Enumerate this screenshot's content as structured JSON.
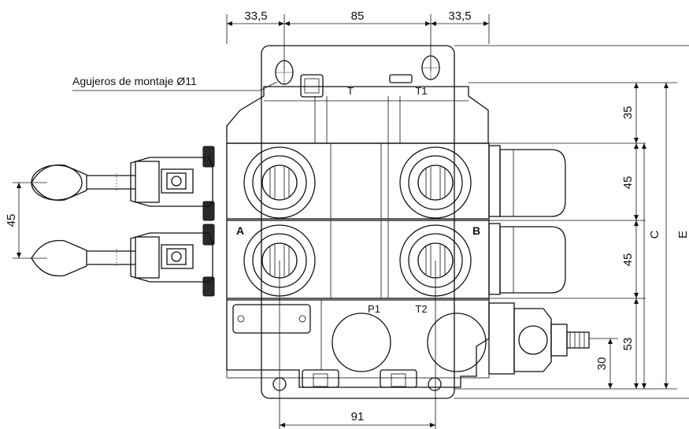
{
  "dimensions": {
    "top_left": "33,5",
    "top_mid": "85",
    "top_right": "33,5",
    "right_1": "35",
    "right_2": "45",
    "right_3": "45",
    "right_4": "53",
    "right_small": "30",
    "right_C": "C",
    "right_E": "E",
    "left_spacing": "45",
    "bottom": "91"
  },
  "labels": {
    "mounting_holes": "Agujeros de montaje Ø11",
    "port_T": "T",
    "port_T1": "T1",
    "port_A": "A",
    "port_B": "B",
    "port_P1": "P1",
    "port_T2": "T2"
  }
}
